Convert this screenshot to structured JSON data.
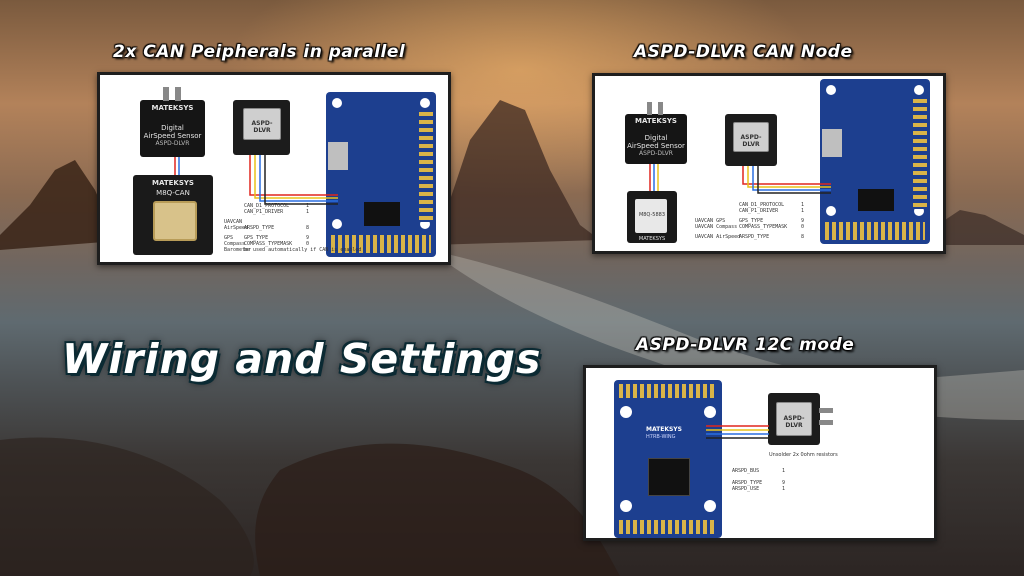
{
  "title": "Wiring and Settings",
  "panels": {
    "can_parallel": {
      "caption": "2x CAN Peipherals in parallel",
      "sensor_brand": "MATEKSYS",
      "sensor_line1": "Digital",
      "sensor_line2": "AirSpeed Sensor",
      "sensor_model": "ASPD-DLVR",
      "m8q_brand": "MATEKSYS",
      "m8q_model": "M8Q-CAN",
      "dlvr_label": "ASPD-DLVR",
      "settings": [
        {
          "group": "",
          "key": "CAN_D1_PROTOCOL",
          "value": "1"
        },
        {
          "group": "",
          "key": "CAN_P1_DRIVER",
          "value": "1"
        },
        {
          "group": "UAVCAN",
          "key": "",
          "value": ""
        },
        {
          "group": "AirSpeed",
          "key": "ARSPD_TYPE",
          "value": "8"
        },
        {
          "group": "GPS",
          "key": "GPS_TYPE",
          "value": "9"
        },
        {
          "group": "Compass",
          "key": "COMPASS_TYPEMASK",
          "value": "0"
        },
        {
          "group": "Barometer",
          "key": "be used automatically if CAN is enabled",
          "value": ""
        }
      ]
    },
    "can_node": {
      "caption": "ASPD-DLVR CAN Node",
      "sensor_brand": "MATEKSYS",
      "sensor_line1": "Digital",
      "sensor_line2": "AirSpeed Sensor",
      "sensor_model": "ASPD-DLVR",
      "gps_label": "M8Q-5883",
      "gps_brand": "MATEKSYS",
      "dlvr_label": "ASPD-DLVR",
      "settings": [
        {
          "group": "",
          "key": "CAN_D1_PROTOCOL",
          "value": "1"
        },
        {
          "group": "",
          "key": "CAN_P1_DRIVER",
          "value": "1"
        },
        {
          "group": "UAVCAN GPS",
          "key": "GPS_TYPE",
          "value": "9"
        },
        {
          "group": "UAVCAN Compass",
          "key": "COMPASS_TYPEMASK",
          "value": "0"
        },
        {
          "group": "UAVCAN AirSpeed",
          "key": "ARSPD_TYPE",
          "value": "8"
        }
      ]
    },
    "i2c": {
      "caption": "ASPD-DLVR 12C mode",
      "fc_brand": "MATEKSYS",
      "fc_model": "H7RB-WING",
      "dlvr_label": "ASPD-DLVR",
      "note": "Unsolder 2x 0ohm resistors",
      "settings": [
        {
          "key": "ARSPD_BUS",
          "value": "1"
        },
        {
          "key": "ARSPD_TYPE",
          "value": "9"
        },
        {
          "key": "ARSPD_USE",
          "value": "1"
        }
      ]
    }
  },
  "colors": {
    "board_blue": "#1d3f8f",
    "pad_gold": "#d9b448",
    "wire_red": "#e0261f",
    "wire_yellow": "#e9c21a",
    "wire_blue": "#2a6fe0",
    "wire_black": "#222222"
  }
}
